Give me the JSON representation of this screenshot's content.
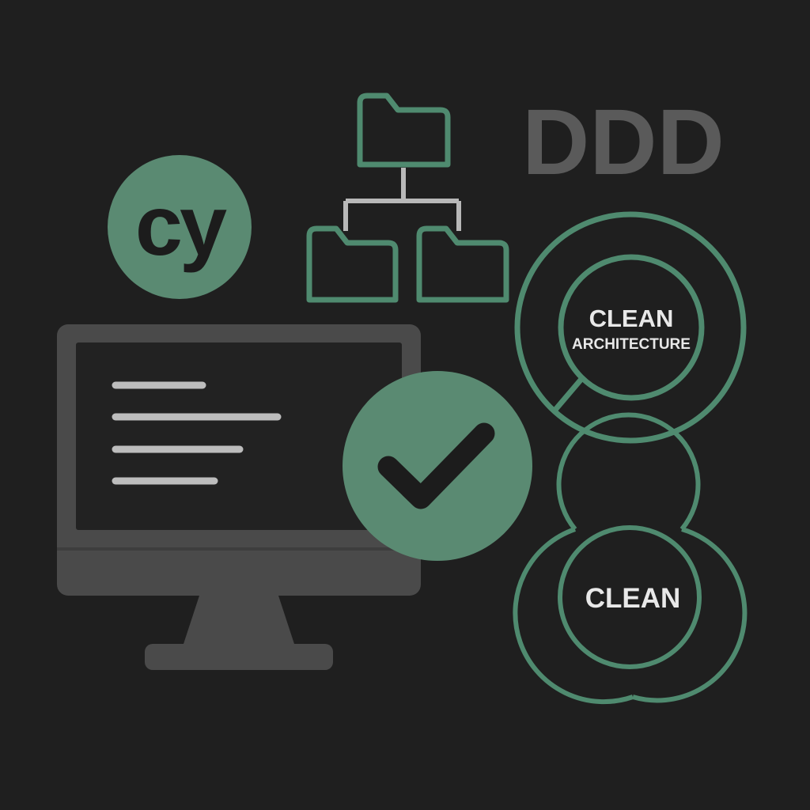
{
  "colors": {
    "background": "#1f1f1f",
    "accent_green": "#5a8a72",
    "green_stroke": "#4f8a6f",
    "dark_text": "#1c1c1c",
    "gray_text": "#5a5a5a",
    "light_text": "#e8e8e8",
    "monitor_body": "#4a4a4a",
    "monitor_screen": "#222222",
    "screen_line": "#bdbdbd",
    "connector_line": "#b8b8b8"
  },
  "icons": {
    "cypress_logo": "cypress-logo-icon",
    "folder_tree": "folder-tree-icon",
    "check": "checkmark-icon",
    "monitor": "monitor-icon",
    "magnifier": "magnifier-icon",
    "venn": "venn-circles-icon"
  },
  "logo": {
    "text": "cy"
  },
  "ddd": {
    "text": "DDD"
  },
  "clean_architecture": {
    "title": "CLEAN",
    "subtitle": "ARCHITECTURE"
  },
  "clean_circles": {
    "title": "CLEAN"
  }
}
